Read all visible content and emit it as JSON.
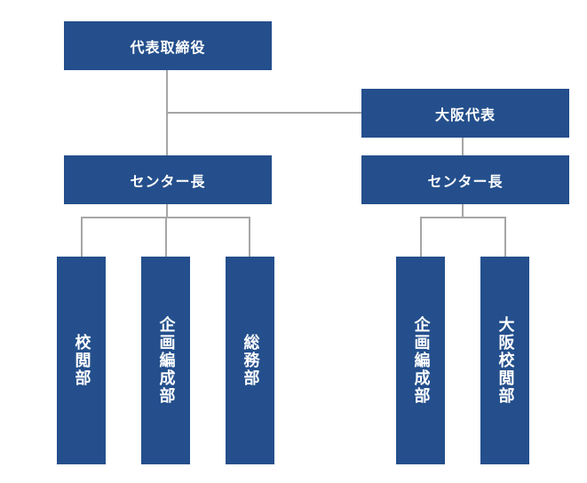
{
  "nodes": {
    "ceo": "代表取締役",
    "osaka_rep": "大阪代表",
    "center_left": "センター長",
    "center_right": "センター長",
    "dept_proofreading": "校閲部",
    "dept_planning_editing_left": "企画編成部",
    "dept_general_affairs": "総務部",
    "dept_planning_editing_right": "企画編成部",
    "dept_osaka_proofreading": "大阪校閲部"
  },
  "colors": {
    "box_fill": "#244f8c",
    "box_text": "#ffffff",
    "connector": "#a6a6a6"
  }
}
